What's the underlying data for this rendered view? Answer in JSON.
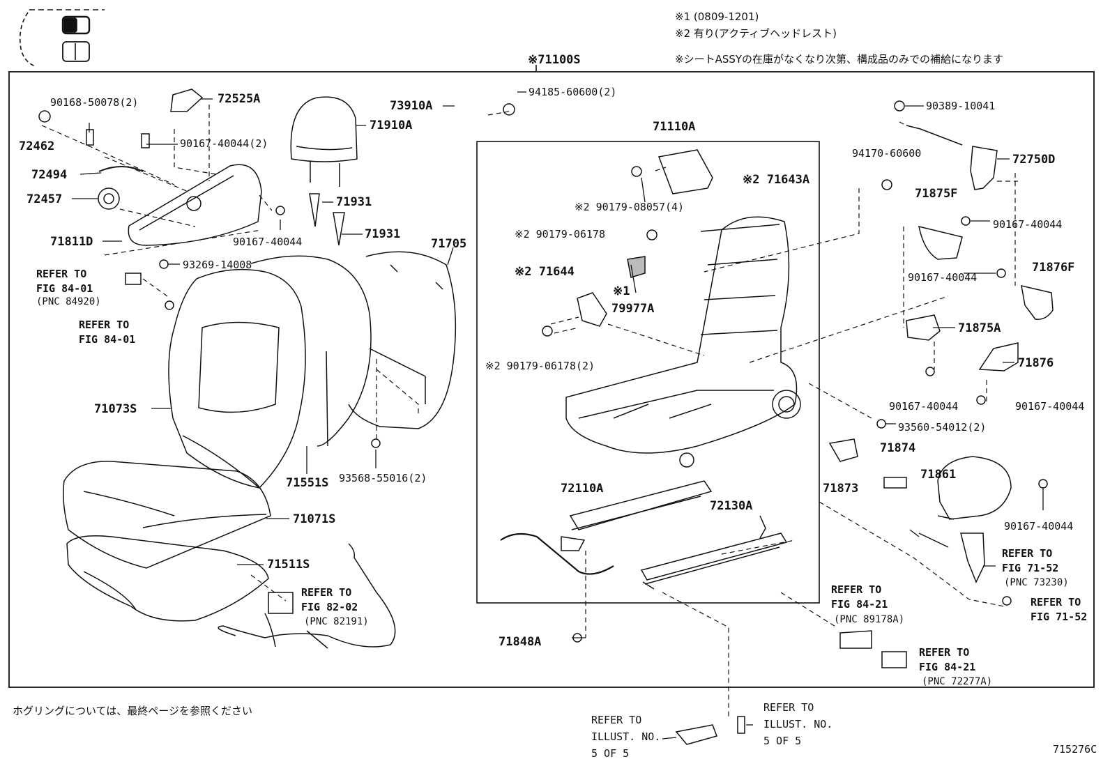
{
  "header_notes": {
    "note1": "※1 (0809-1201)",
    "note2": "※2 有り(アクティブヘッドレスト)",
    "note3": "※シートASSYの在庫がなくなり次第、構成品のみでの補給になります"
  },
  "assembly": {
    "main": "※71100S",
    "frame": "71110A"
  },
  "parts": {
    "p90168": "90168-50078(2)",
    "p72525A": "72525A",
    "p73910A": "73910A",
    "p94185": "94185-60600(2)",
    "p72462": "72462",
    "p90167_top": "90167-40044(2)",
    "p71910A": "71910A",
    "p72494": "72494",
    "p72457": "72457",
    "p71931_a": "71931",
    "p71931_b": "71931",
    "p71811D": "71811D",
    "p90167_mid": "90167-40044",
    "p71705": "71705",
    "p93269": "93269-14008",
    "p71073S": "71073S",
    "p71551S": "71551S",
    "p93568": "93568-55016(2)",
    "p71071S": "71071S",
    "p71511S": "71511S",
    "p90389": "90389-10041",
    "p94170": "94170-60600",
    "p72750D": "72750D",
    "p71875F": "71875F",
    "p90167_r1": "90167-40044",
    "p90167_r2": "90167-40044",
    "p71876F": "71876F",
    "p71875A": "71875A",
    "p71876": "71876",
    "p90167_r3": "90167-40044",
    "p90167_r4": "90167-40044",
    "p93560": "93560-54012(2)",
    "p71874": "71874",
    "p71873": "71873",
    "p71861": "71861",
    "p90167_r5": "90167-40044",
    "p71643A": "※2 71643A",
    "p90179_08057": "※2 90179-08057(4)",
    "p90179_06178a": "※2 90179-06178",
    "p71644": "※2 71644",
    "p79977A_mark": "※1",
    "p79977A": "79977A",
    "p90179_06178b": "※2 90179-06178(2)",
    "p72110A": "72110A",
    "p72130A": "72130A",
    "p71848A": "71848A"
  },
  "refs": {
    "r84_01_a": [
      "REFER TO",
      "FIG 84-01",
      "(PNC 84920)"
    ],
    "r84_01_b": [
      "REFER TO",
      "FIG 84-01"
    ],
    "r82_02": [
      "REFER TO",
      "FIG 82-02",
      "(PNC 82191)"
    ],
    "r71_52_a": [
      "REFER TO",
      "FIG 71-52",
      "(PNC 73230)"
    ],
    "r71_52_b": [
      "REFER TO",
      "FIG 71-52"
    ],
    "r84_21_a": [
      "REFER TO",
      "FIG 84-21",
      "(PNC 89178A)"
    ],
    "r84_21_b": [
      "REFER TO",
      "FIG 84-21",
      "(PNC 72277A)"
    ],
    "r_illust_a": [
      "REFER TO",
      "ILLUST. NO.",
      "5 OF 5"
    ],
    "r_illust_b": [
      "REFER TO",
      "ILLUST. NO.",
      "5 OF 5"
    ]
  },
  "footer": {
    "hog_note": "ホグリングについては、最終ページを参照ください",
    "illustration_no": "715276C"
  }
}
